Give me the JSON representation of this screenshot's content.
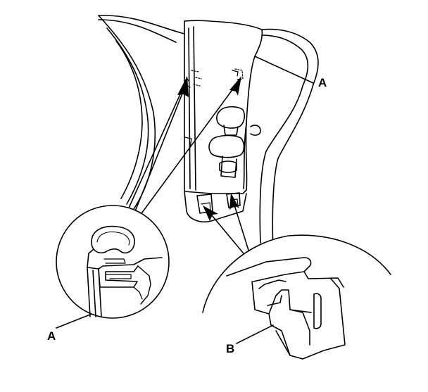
{
  "callouts": {
    "a_upper": "A",
    "a_lower": "A",
    "b": "B"
  },
  "colors": {
    "ink": "#000000",
    "paper": "#ffffff"
  }
}
